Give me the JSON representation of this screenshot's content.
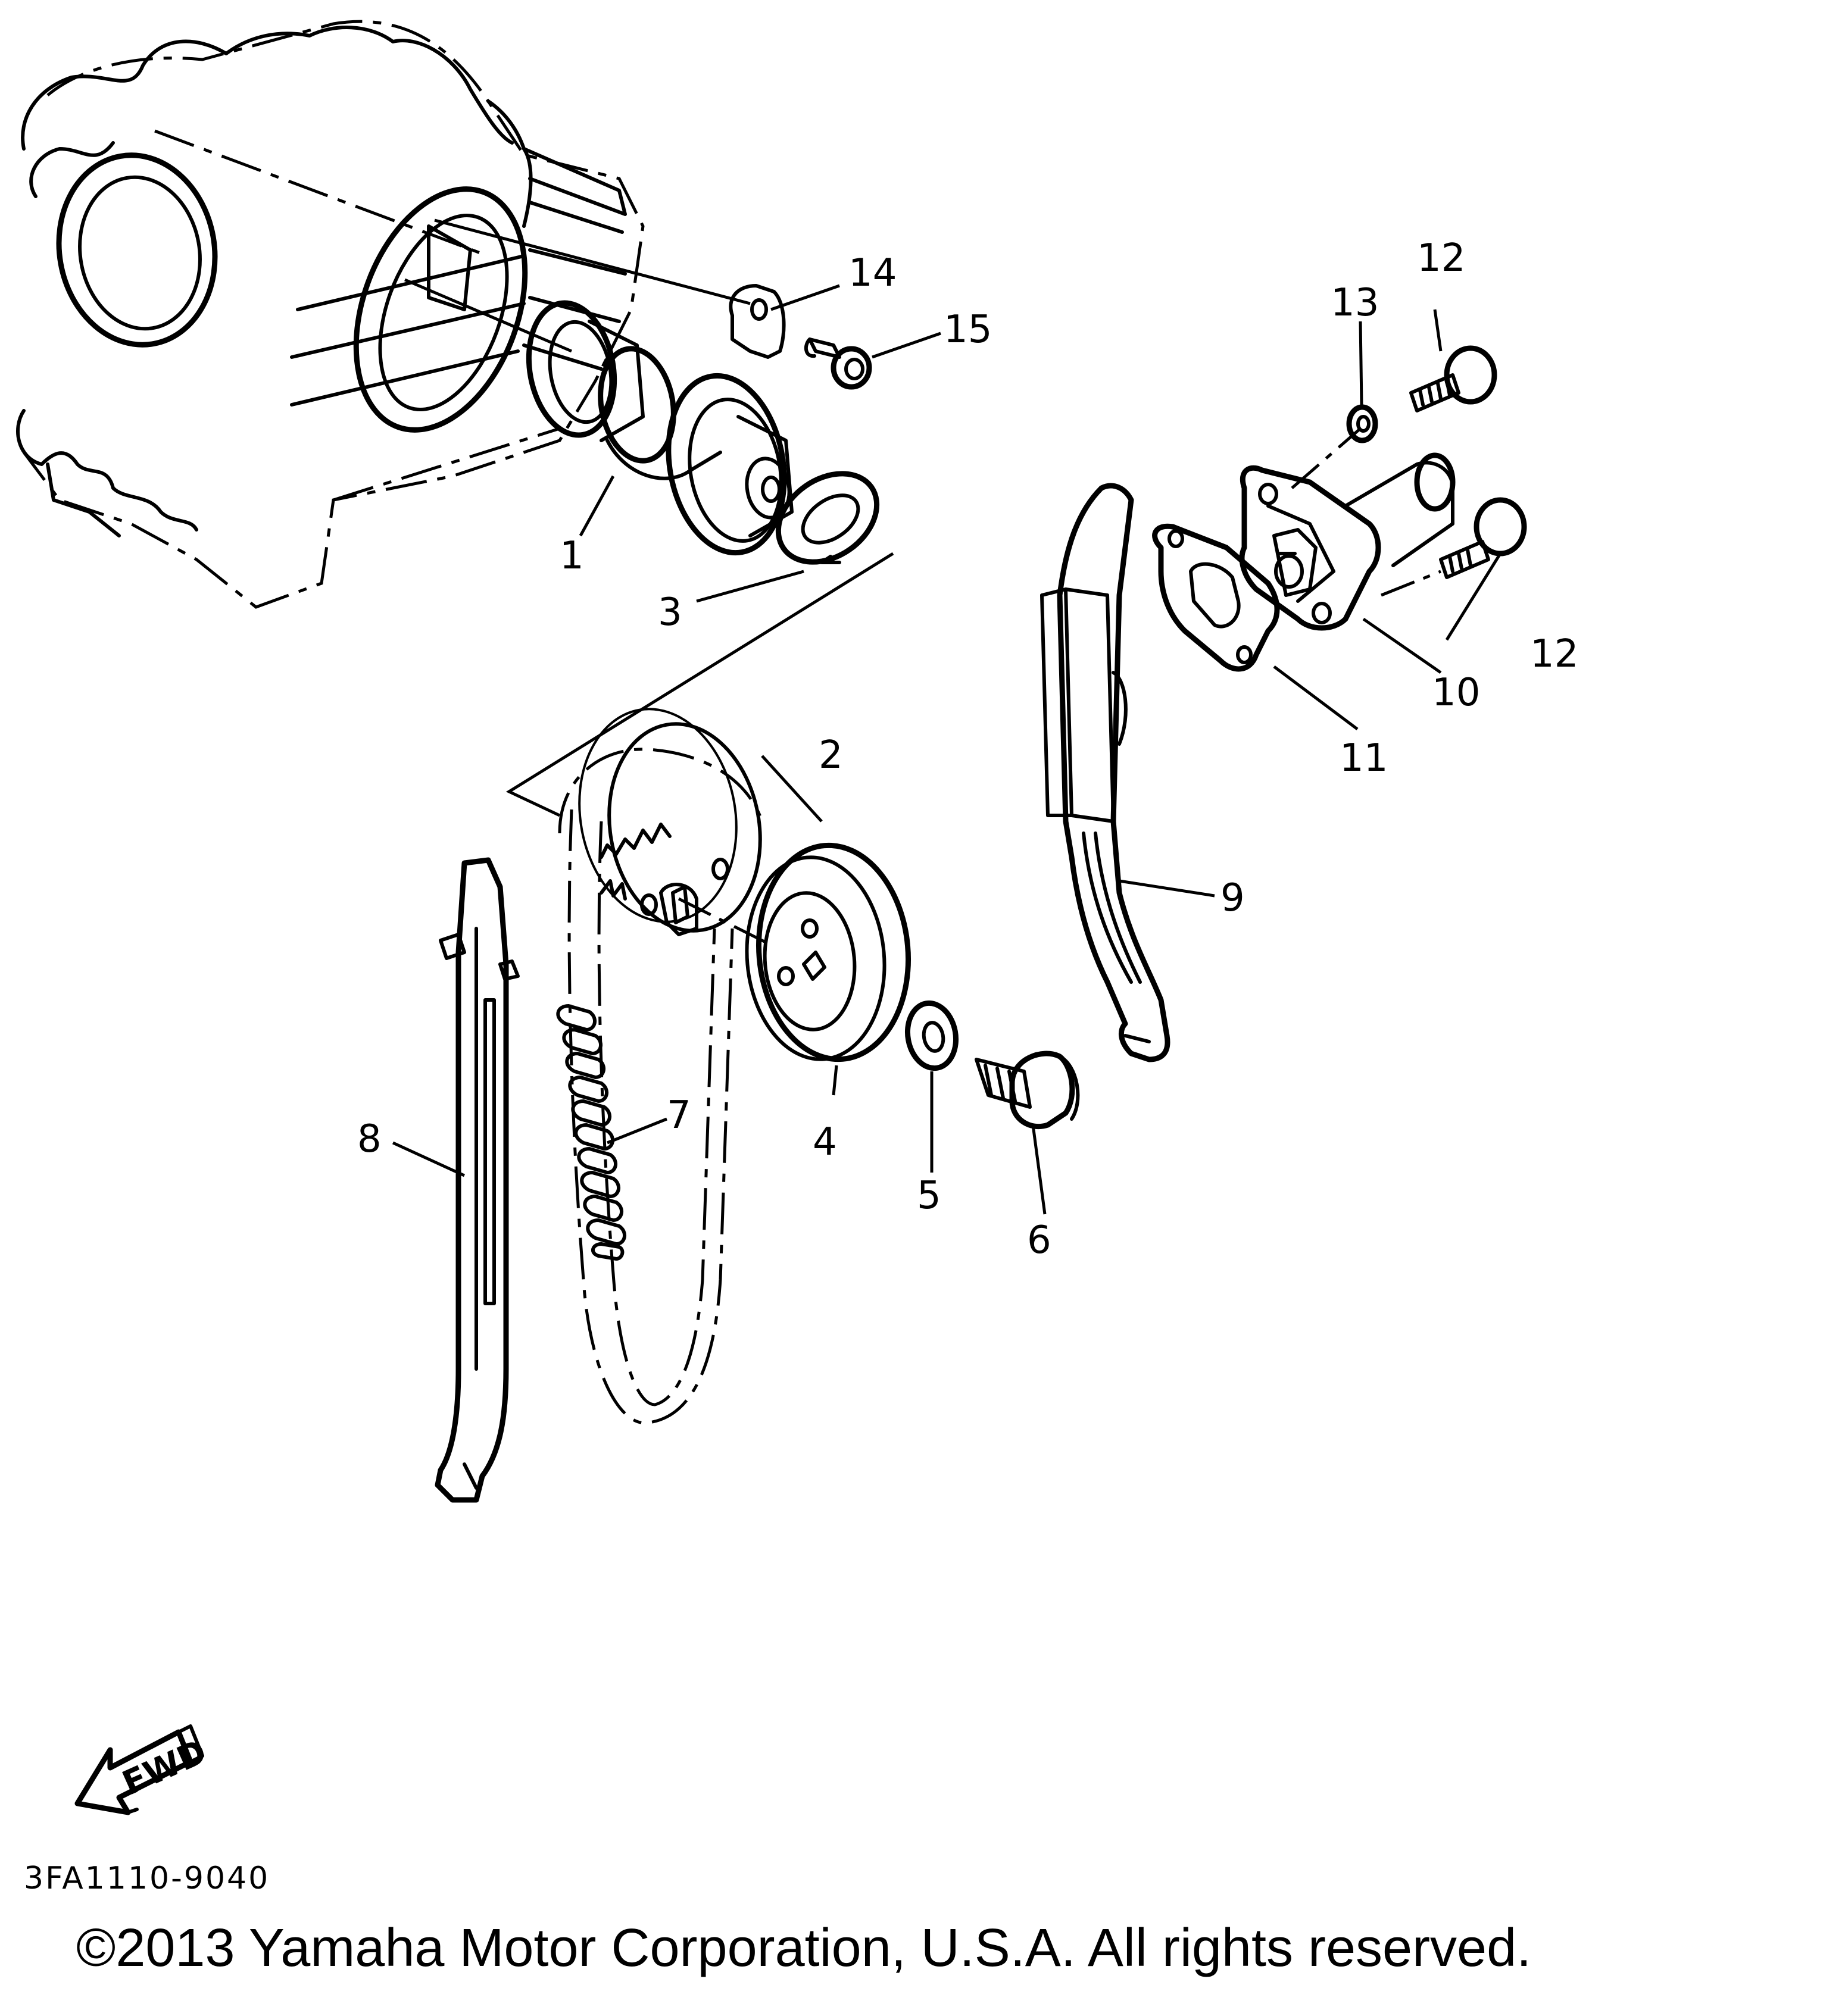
{
  "diagram": {
    "code": "3FA1110-9040",
    "copyright": "©2013 Yamaha Motor Corporation, U.S.A. All rights reserved.",
    "fwd_label": "FWD",
    "callouts": {
      "c1": "1",
      "c2": "2",
      "c3": "3",
      "c4": "4",
      "c5": "5",
      "c6": "6",
      "c7": "7",
      "c8": "8",
      "c9": "9",
      "c10": "10",
      "c11": "11",
      "c12a": "12",
      "c12b": "12",
      "c13": "13",
      "c14": "14",
      "c15": "15"
    }
  }
}
